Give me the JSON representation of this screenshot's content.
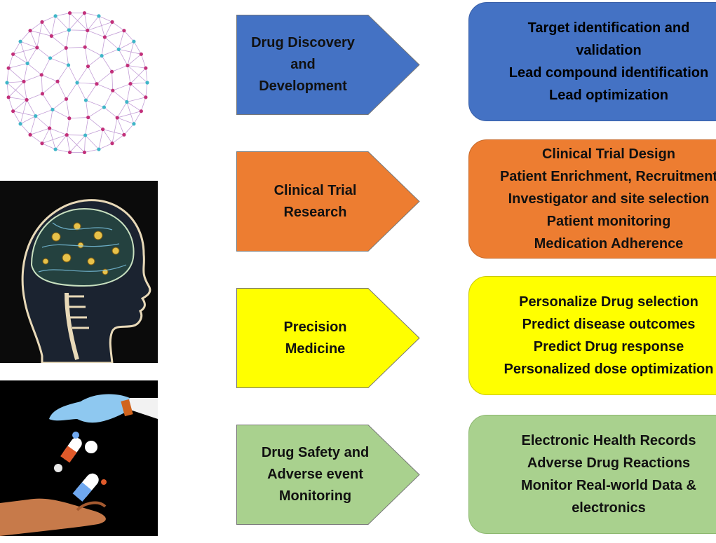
{
  "rows": [
    {
      "arrow_label": "Drug Discovery\nand\nDevelopment",
      "arrow_color": "#4472c4",
      "box_color": "#4472c4",
      "items": [
        "Target identification and",
        "validation",
        "Lead compound identification",
        "Lead optimization"
      ]
    },
    {
      "arrow_label": "Clinical Trial\nResearch",
      "arrow_color": "#ed7d31",
      "box_color": "#ed7d31",
      "items": [
        "Clinical Trial Design",
        "Patient Enrichment, Recruitment",
        "Investigator and site selection",
        "Patient monitoring",
        "Medication Adherence"
      ]
    },
    {
      "arrow_label": "Precision\nMedicine",
      "arrow_color": "#ffff00",
      "box_color": "#ffff00",
      "items": [
        "Personalize Drug selection",
        "Predict disease outcomes",
        "Predict Drug response",
        "Personalized dose optimization"
      ]
    },
    {
      "arrow_label": "Drug Safety and\nAdverse event\nMonitoring",
      "arrow_color": "#a9d18e",
      "box_color": "#a9d18e",
      "items": [
        "Electronic Health Records",
        "Adverse Drug Reactions",
        "Monitor Real-world Data &",
        "electronics"
      ]
    }
  ],
  "illustrations": [
    "network-sphere-icon",
    "brain-head-icon",
    "pills-hands-icon"
  ]
}
